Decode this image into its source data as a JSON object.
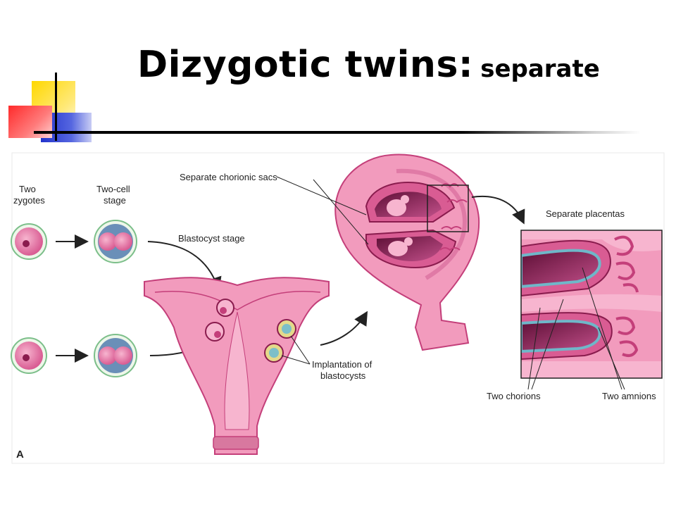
{
  "slide": {
    "title_main": "Dizygotic twins:",
    "title_sub": "separate"
  },
  "diagram": {
    "labels": {
      "two_zygotes_1": "Two",
      "two_zygotes_2": "zygotes",
      "two_cell_1": "Two-cell",
      "two_cell_2": "stage",
      "blastocyst_stage": "Blastocyst stage",
      "separate_chorionic_sacs": "Separate chorionic sacs",
      "separate_placentas": "Separate placentas",
      "implantation_1": "Implantation of",
      "implantation_2": "blastocysts",
      "two_chorions": "Two chorions",
      "two_amnions": "Two amnions",
      "panel_letter": "A"
    }
  },
  "colors": {
    "tissue_pink": "#f29bbd",
    "tissue_dark": "#c43f7a",
    "cavity": "#8a1c4e",
    "membrane_blue": "#6fb7c9",
    "deco_yellow": "#ffd800",
    "deco_red": "#ff4040",
    "deco_blue": "#3344cc"
  }
}
